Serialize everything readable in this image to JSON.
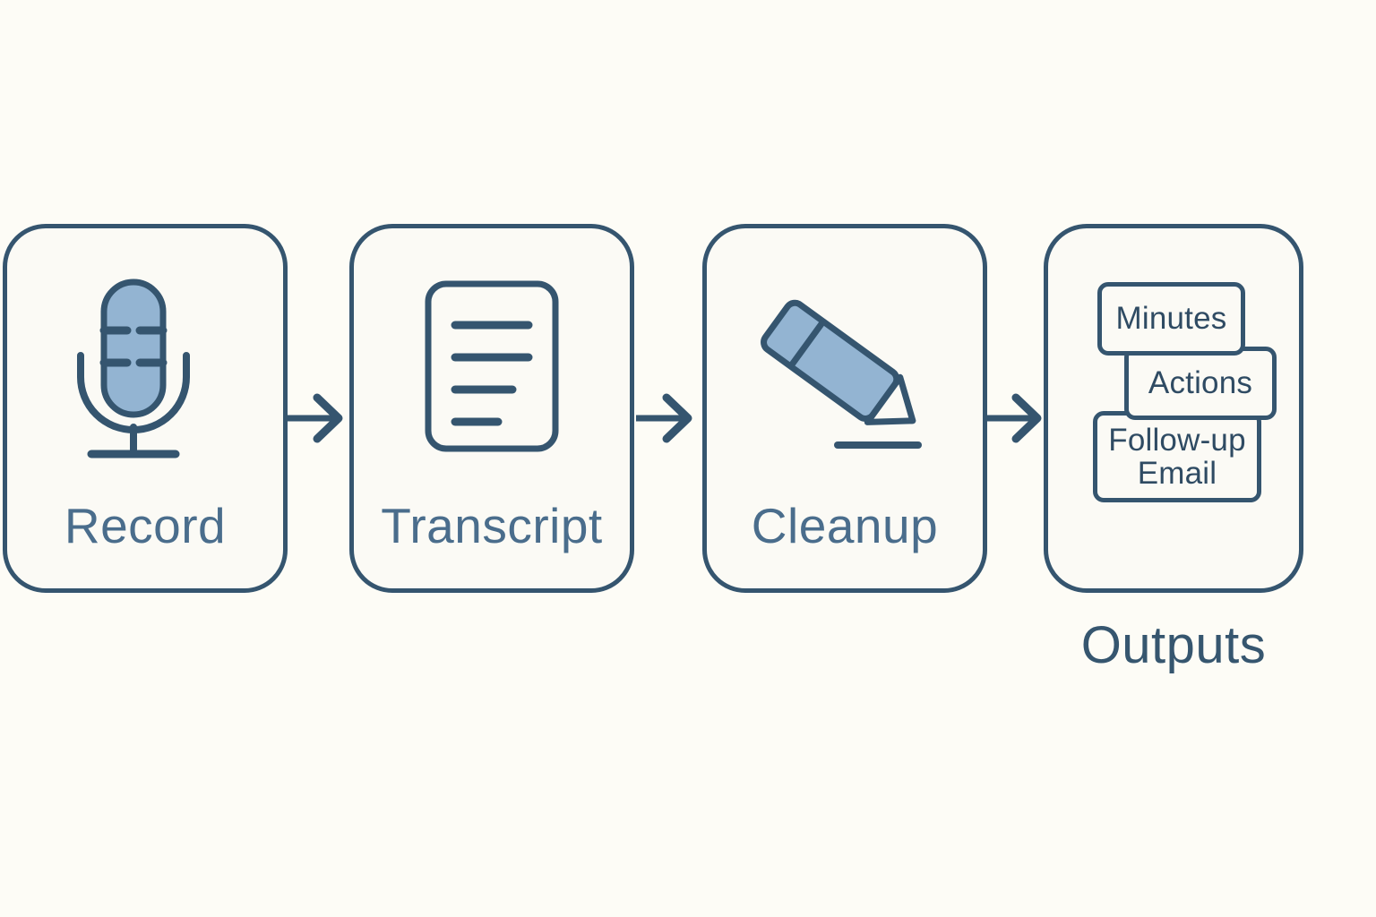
{
  "theme": {
    "background": "#fdfcf6",
    "card_fill": "#fbfaf5",
    "stroke": "#35556f",
    "accent_fill": "#93b4d2",
    "label_color": "#4a6d8c",
    "outputs_label_color": "#36566f"
  },
  "diagram": {
    "type": "horizontal-process-flow",
    "steps": [
      {
        "label": "Record",
        "icon": "microphone-icon"
      },
      {
        "label": "Transcript",
        "icon": "document-lines-icon"
      },
      {
        "label": "Cleanup",
        "icon": "pencil-edit-icon"
      },
      {
        "label": "",
        "icon": "stacked-chips-icon"
      }
    ],
    "connectors": [
      {
        "name": "arrow-record-to-transcript",
        "glyph": "arrow-right-icon"
      },
      {
        "name": "arrow-transcript-to-cleanup",
        "glyph": "arrow-right-icon"
      },
      {
        "name": "arrow-cleanup-to-outputs",
        "glyph": "arrow-right-icon"
      }
    ],
    "outputs": {
      "caption": "Outputs",
      "chips": [
        "Minutes",
        "Actions",
        "Follow-up\nEmail"
      ]
    }
  }
}
